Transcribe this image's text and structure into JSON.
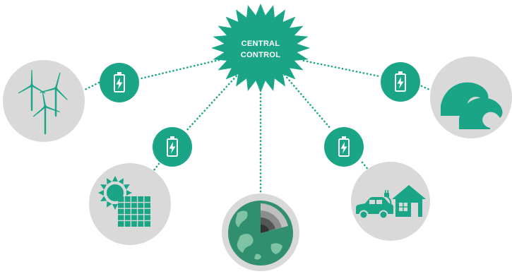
{
  "hub": {
    "line1": "CENTRAL",
    "line2": "CONTROL"
  },
  "nodes": [
    {
      "id": "wind",
      "icon": "wind-turbines-icon",
      "battery": true
    },
    {
      "id": "solar",
      "icon": "solar-panel-icon",
      "battery": true
    },
    {
      "id": "geothermal",
      "icon": "earth-core-icon",
      "battery": false
    },
    {
      "id": "home",
      "icon": "electric-car-house-icon",
      "battery": true
    },
    {
      "id": "wave",
      "icon": "ocean-waves-icon",
      "battery": true
    }
  ],
  "colors": {
    "accent": "#1aa686",
    "node_bg": "#d9d9d9",
    "connector": "#1aa686",
    "ocean": "#2f8f6f",
    "land": "#7fc3a5",
    "core_dark": "#555555",
    "core_light": "#bfbfbf"
  }
}
